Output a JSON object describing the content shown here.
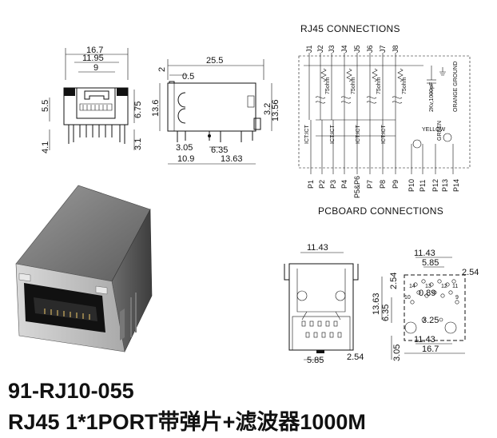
{
  "front_view": {
    "dims": {
      "overall_width": "16.7",
      "inner_width": "11.95",
      "slot_width": "9",
      "left_height": "5.5",
      "right_height": "6.75",
      "pin_left": "4.1",
      "pin_right": "3.1"
    }
  },
  "side_view": {
    "dims": {
      "length": "25.5",
      "offset_top": "2",
      "offset_small": "0.5",
      "height": "13.6",
      "height_right": "13.56",
      "right_small": "3.2",
      "bottom_a": "3.05",
      "bottom_b": "6.35",
      "bottom_c": "10.9",
      "bottom_d": "13.63"
    }
  },
  "schematic": {
    "title_top": "RJ45 CONNECTIONS",
    "title_bottom": "PCBOARD CONNECTIONS",
    "top_pins": [
      "J1",
      "J2",
      "J3",
      "J4",
      "J5",
      "J6",
      "J7",
      "J8"
    ],
    "resistor_labels": [
      "75ohm",
      "75ohm",
      "75ohm",
      "75ohm"
    ],
    "cap_label": "2Kv,1000pF",
    "ct_labels": [
      "ICT:ICT",
      "ICT:ICT",
      "ICT:ICT",
      "ICT:ICT"
    ],
    "led_labels": [
      "YELLOW",
      "GREEN",
      "ORANGE GROUND"
    ],
    "bottom_pins": [
      "P1",
      "P2",
      "P3",
      "P4",
      "P5&P6",
      "P7",
      "P8",
      "P9",
      "P10",
      "P11",
      "P12",
      "P13",
      "P14"
    ]
  },
  "bottom_front_view": {
    "dims": {
      "top_width": "11.43",
      "bottom_a": "5.85",
      "bottom_b": "2.54"
    }
  },
  "pcb_layout": {
    "dims": {
      "top_a": "11.43",
      "top_b": "5.85",
      "right_a": "2.54",
      "left_a": "2.54",
      "left_b": "13.63",
      "left_c": "6.35",
      "inner_a": "0.89",
      "inner_b": "3.25",
      "bottom_a": "11.43",
      "bottom_b": "16.7",
      "left_d": "3.05"
    },
    "pin_numbers": [
      "14",
      "13",
      "12",
      "11",
      "10",
      "9"
    ]
  },
  "product": {
    "part_number": "91-RJ10-055",
    "description": "RJ45 1*1PORT带弹片+滤波器1000M"
  }
}
